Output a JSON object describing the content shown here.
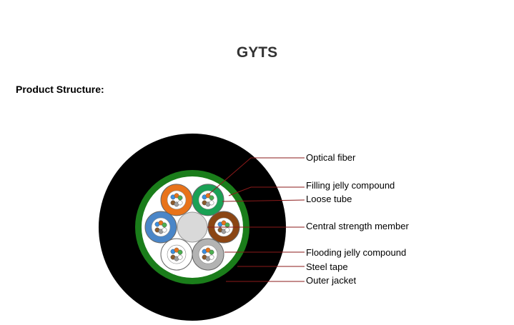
{
  "title": "GYTS",
  "subtitle": "Product Structure:",
  "labels": [
    "Optical fiber",
    "Filling jelly compound",
    "Loose tube",
    "Central strength member",
    "Flooding jelly compound",
    "Steel tape",
    "Outer jacket"
  ],
  "colors": {
    "outer_jacket": "#000000",
    "steel_tape": "#1a7d1a",
    "leader_line": "#8b1a1a",
    "central_member": "#d9d9d9",
    "tubes": [
      "#e8731a",
      "#1aa155",
      "#8b4513",
      "#b3b3b3",
      "#ffffff",
      "#4a86c8"
    ],
    "fibers": [
      "#3a8ee0",
      "#e8731a",
      "#4caf50",
      "#8b5a2b",
      "#9e9e9e",
      "#ffffff"
    ]
  }
}
